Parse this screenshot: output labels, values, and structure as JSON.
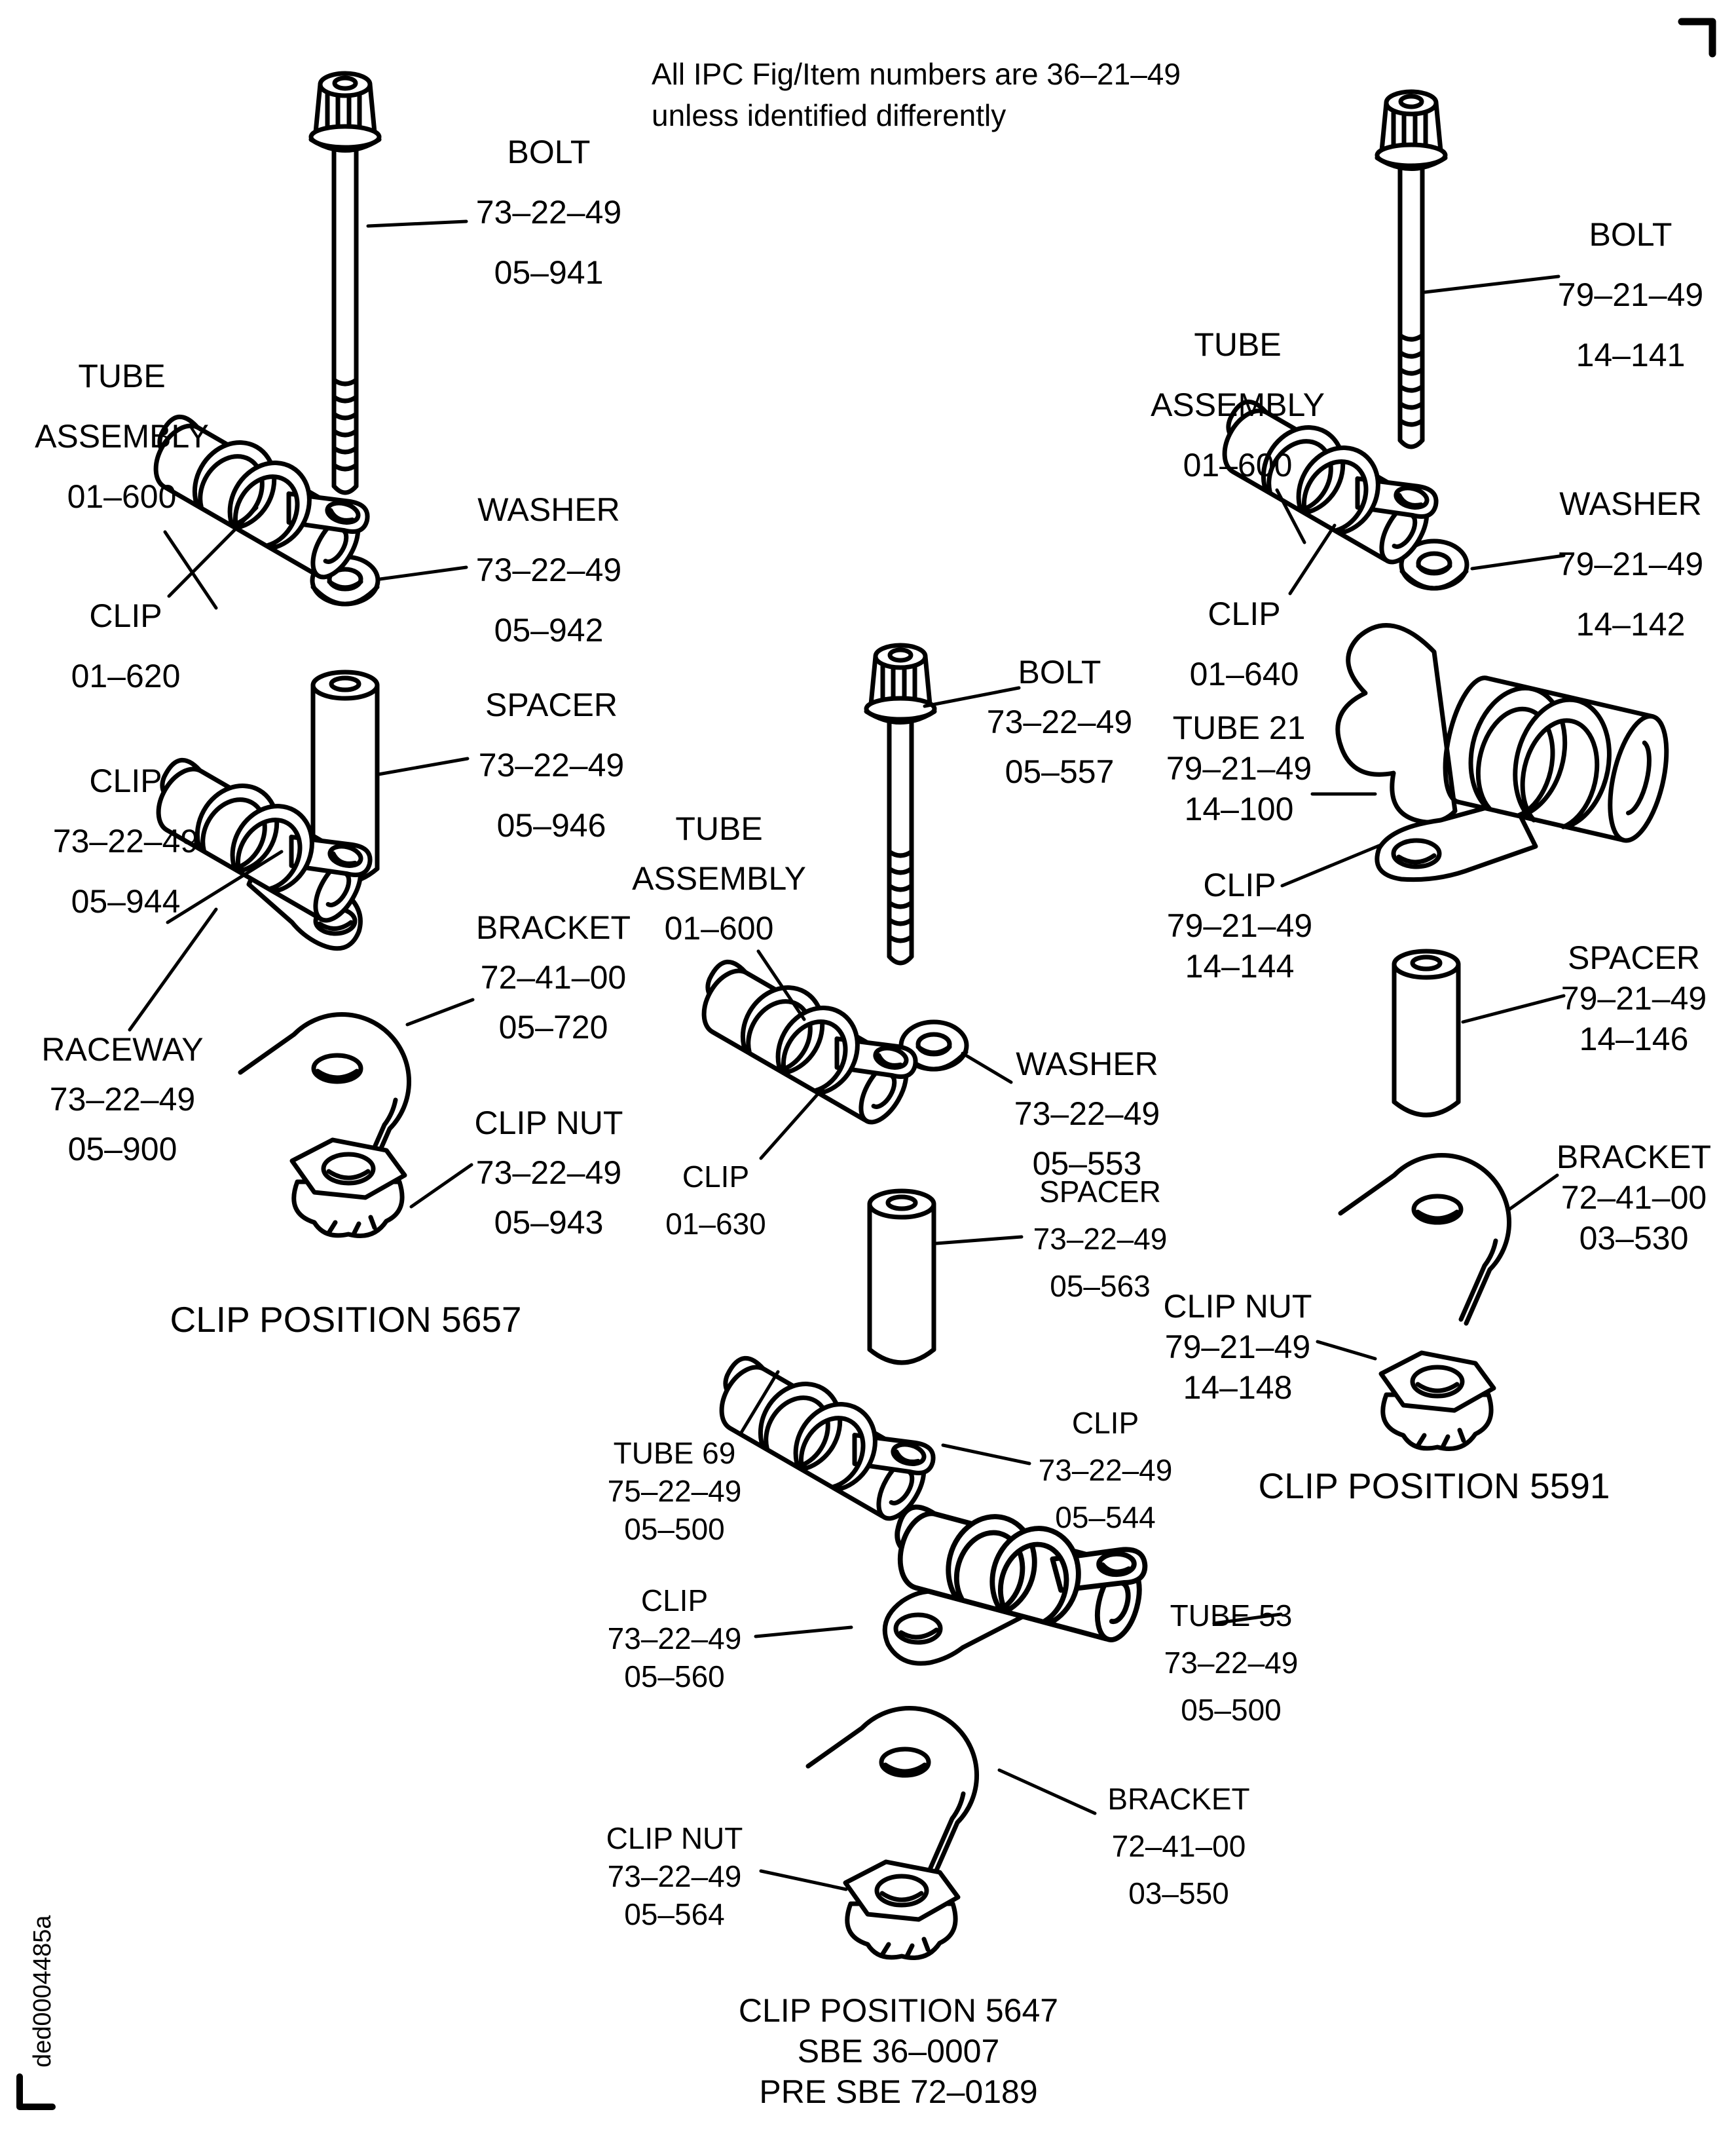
{
  "colors": {
    "ink": "#000000",
    "paper": "#ffffff"
  },
  "header": {
    "line1": "All IPC Fig/Item numbers are 36–21–49",
    "line2": "unless identified differently"
  },
  "doc_code": "ded0004485a",
  "captions": {
    "left": "CLIP POSITION 5657",
    "right": "CLIP POSITION 5591",
    "bottom_l1": "CLIP POSITION 5647",
    "bottom_l2": "SBE 36–0007",
    "bottom_l3": "PRE SBE 72–0189"
  },
  "callouts": {
    "l_bolt": {
      "l1": "BOLT",
      "l2": "73–22–49",
      "l3": "05–941"
    },
    "l_tubeasm": {
      "l1": "TUBE",
      "l2": "ASSEMBLY",
      "l3": "01–600"
    },
    "l_washer": {
      "l1": "WASHER",
      "l2": "73–22–49",
      "l3": "05–942"
    },
    "l_clip620": {
      "l1": "CLIP",
      "l2": "01–620"
    },
    "l_spacer": {
      "l1": "SPACER",
      "l2": "73–22–49",
      "l3": "05–946"
    },
    "l_clip944": {
      "l1": "CLIP",
      "l2": "73–22–49",
      "l3": "05–944"
    },
    "l_bracket": {
      "l1": "BRACKET",
      "l2": "72–41–00",
      "l3": "05–720"
    },
    "l_raceway": {
      "l1": "RACEWAY",
      "l2": "73–22–49",
      "l3": "05–900"
    },
    "l_clipnut": {
      "l1": "CLIP NUT",
      "l2": "73–22–49",
      "l3": "05–943"
    },
    "m_bolt": {
      "l1": "BOLT",
      "l2": "73–22–49",
      "l3": "05–557"
    },
    "m_tubeasm": {
      "l1": "TUBE",
      "l2": "ASSEMBLY",
      "l3": "01–600"
    },
    "m_washer": {
      "l1": "WASHER",
      "l2": "73–22–49",
      "l3": "05–553"
    },
    "m_clip630": {
      "l1": "CLIP",
      "l2": "01–630"
    },
    "m_spacer": {
      "l1": "SPACER",
      "l2": "73–22–49",
      "l3": "05–563"
    },
    "m_clip544": {
      "l1": "CLIP",
      "l2": "73–22–49",
      "l3": "05–544"
    },
    "m_tube69": {
      "l1": "TUBE 69",
      "l2": "75–22–49",
      "l3": "05–500"
    },
    "m_clip560": {
      "l1": "CLIP",
      "l2": "73–22–49",
      "l3": "05–560"
    },
    "m_tube53": {
      "l1": "TUBE 53",
      "l2": "73–22–49",
      "l3": "05–500"
    },
    "m_bracket": {
      "l1": "BRACKET",
      "l2": "72–41–00",
      "l3": "03–550"
    },
    "m_clipnut": {
      "l1": "CLIP NUT",
      "l2": "73–22–49",
      "l3": "05–564"
    },
    "r_bolt": {
      "l1": "BOLT",
      "l2": "79–21–49",
      "l3": "14–141"
    },
    "r_tubeasm": {
      "l1": "TUBE",
      "l2": "ASSEMBLY",
      "l3": "01–600"
    },
    "r_washer": {
      "l1": "WASHER",
      "l2": "79–21–49",
      "l3": "14–142"
    },
    "r_clip640": {
      "l1": "CLIP",
      "l2": "01–640"
    },
    "r_tube21": {
      "l1": "TUBE 21",
      "l2": "79–21–49",
      "l3": "14–100"
    },
    "r_clip144": {
      "l1": "CLIP",
      "l2": "79–21–49",
      "l3": "14–144"
    },
    "r_spacer": {
      "l1": "SPACER",
      "l2": "79–21–49",
      "l3": "14–146"
    },
    "r_bracket": {
      "l1": "BRACKET",
      "l2": "72–41–00",
      "l3": "03–530"
    },
    "r_clipnut": {
      "l1": "CLIP NUT",
      "l2": "79–21–49",
      "l3": "14–148"
    }
  }
}
